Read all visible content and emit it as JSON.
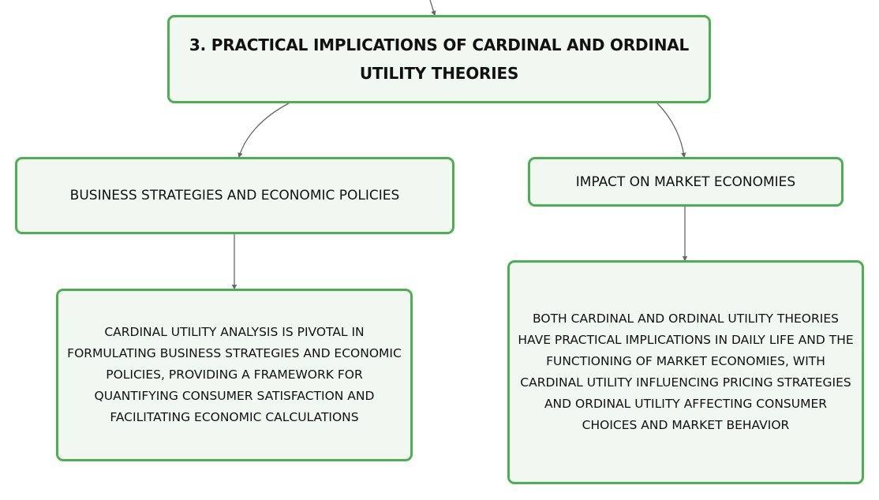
{
  "root": {
    "title": "3. PRACTICAL IMPLICATIONS OF CARDINAL AND ORDINAL UTILITY THEORIES"
  },
  "branches": [
    {
      "label": "BUSINESS STRATEGIES AND ECONOMIC POLICIES",
      "detail": "CARDINAL UTILITY ANALYSIS IS PIVOTAL IN FORMULATING BUSINESS STRATEGIES AND ECONOMIC POLICIES, PROVIDING A FRAMEWORK FOR QUANTIFYING CONSUMER SATISFACTION AND FACILITATING ECONOMIC CALCULATIONS"
    },
    {
      "label": "IMPACT ON MARKET ECONOMIES",
      "detail": "BOTH CARDINAL AND ORDINAL UTILITY THEORIES HAVE PRACTICAL IMPLICATIONS IN DAILY LIFE AND THE FUNCTIONING OF MARKET ECONOMIES, WITH CARDINAL UTILITY INFLUENCING PRICING STRATEGIES AND ORDINAL UTILITY AFFECTING CONSUMER CHOICES AND MARKET BEHAVIOR"
    }
  ],
  "colors": {
    "node_border": "#4caf50",
    "node_fill": "#f1f8f2",
    "connector": "#666666",
    "text": "#111111"
  }
}
